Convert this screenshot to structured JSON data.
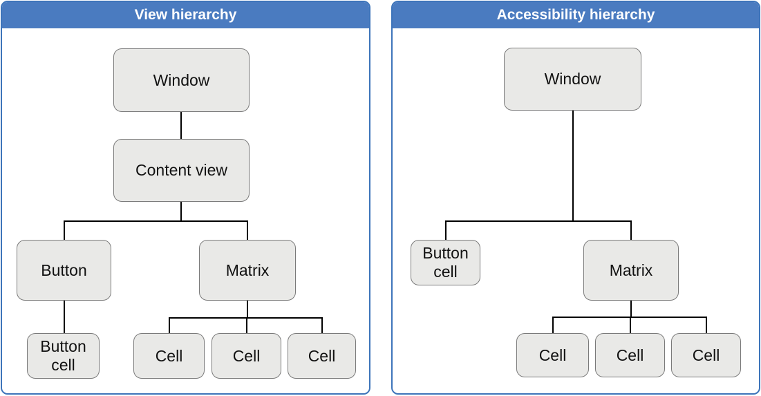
{
  "panels": [
    {
      "title": "View hierarchy",
      "nodes": {
        "window": "Window",
        "content_view": "Content view",
        "button": "Button",
        "matrix": "Matrix",
        "button_cell": "Button cell",
        "cells": [
          "Cell",
          "Cell",
          "Cell"
        ]
      }
    },
    {
      "title": "Accessibility hierarchy",
      "nodes": {
        "window": "Window",
        "button_cell": "Button cell",
        "matrix": "Matrix",
        "cells": [
          "Cell",
          "Cell",
          "Cell"
        ]
      }
    }
  ],
  "colors": {
    "header_bg": "#4a7bc0",
    "panel_border": "#3d74ba",
    "node_fill": "#e9e9e7",
    "node_border": "#7a7a7a",
    "connector": "#000000",
    "header_text": "#ffffff",
    "node_text": "#111111"
  }
}
